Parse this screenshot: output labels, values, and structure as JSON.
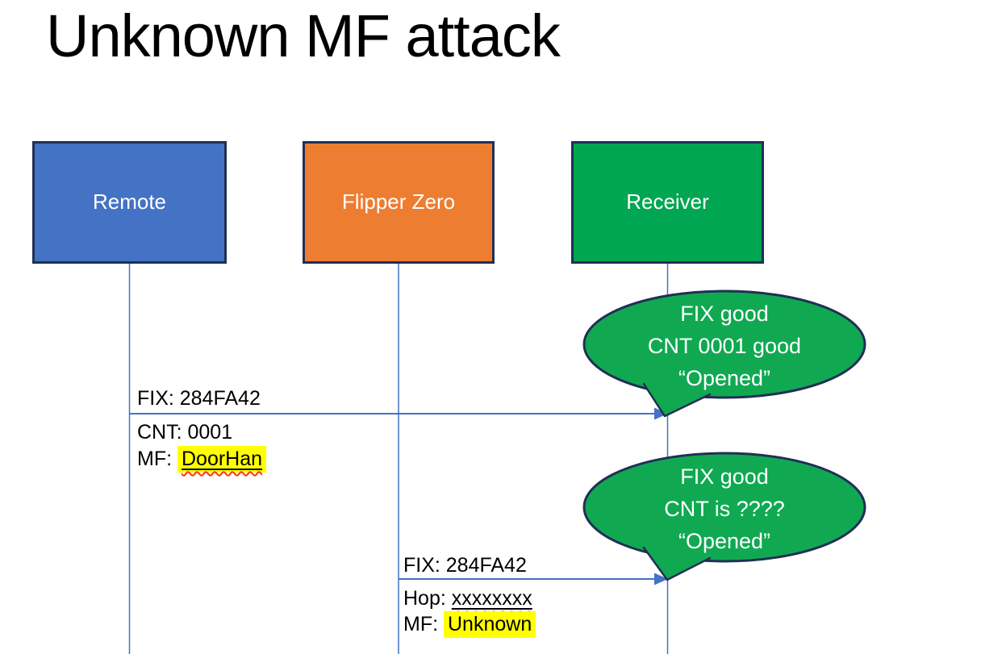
{
  "slide": {
    "title": "Unknown MF attack"
  },
  "actors": [
    {
      "label": "Remote"
    },
    {
      "label": "Flipper Zero"
    },
    {
      "label": "Receiver"
    }
  ],
  "messages": [
    {
      "from": "Remote",
      "to": "Receiver",
      "line1": "FIX: 284FA42",
      "line2": "CNT: 0001",
      "line3_prefix": "MF: ",
      "line3_value": "DoorHan"
    },
    {
      "from": "Flipper Zero",
      "to": "Receiver",
      "line1": "FIX: 284FA42",
      "line2_prefix": "Hop: ",
      "line2_value": "xxxxxxxx",
      "line3_prefix": "MF: ",
      "line3_value": "Unknown"
    }
  ],
  "callouts": [
    {
      "line1": "FIX good",
      "line2": "CNT 0001 good",
      "line3": "“Opened”"
    },
    {
      "line1": "FIX good",
      "line2": "CNT is ????",
      "line3": "“Opened”"
    }
  ],
  "colors": {
    "actor_remote_fill": "#4472C4",
    "actor_flipper_fill": "#ED7D31",
    "actor_receiver_fill": "#00A651",
    "callout_fill": "#10A952",
    "shape_border": "#203055",
    "connector_blue": "#4472C4",
    "highlight_yellow": "#FFFF00",
    "squiggle_red": "#FF3219",
    "actor_text": "#FFFFFF",
    "label_text": "#000000",
    "title_text": "#000000"
  }
}
